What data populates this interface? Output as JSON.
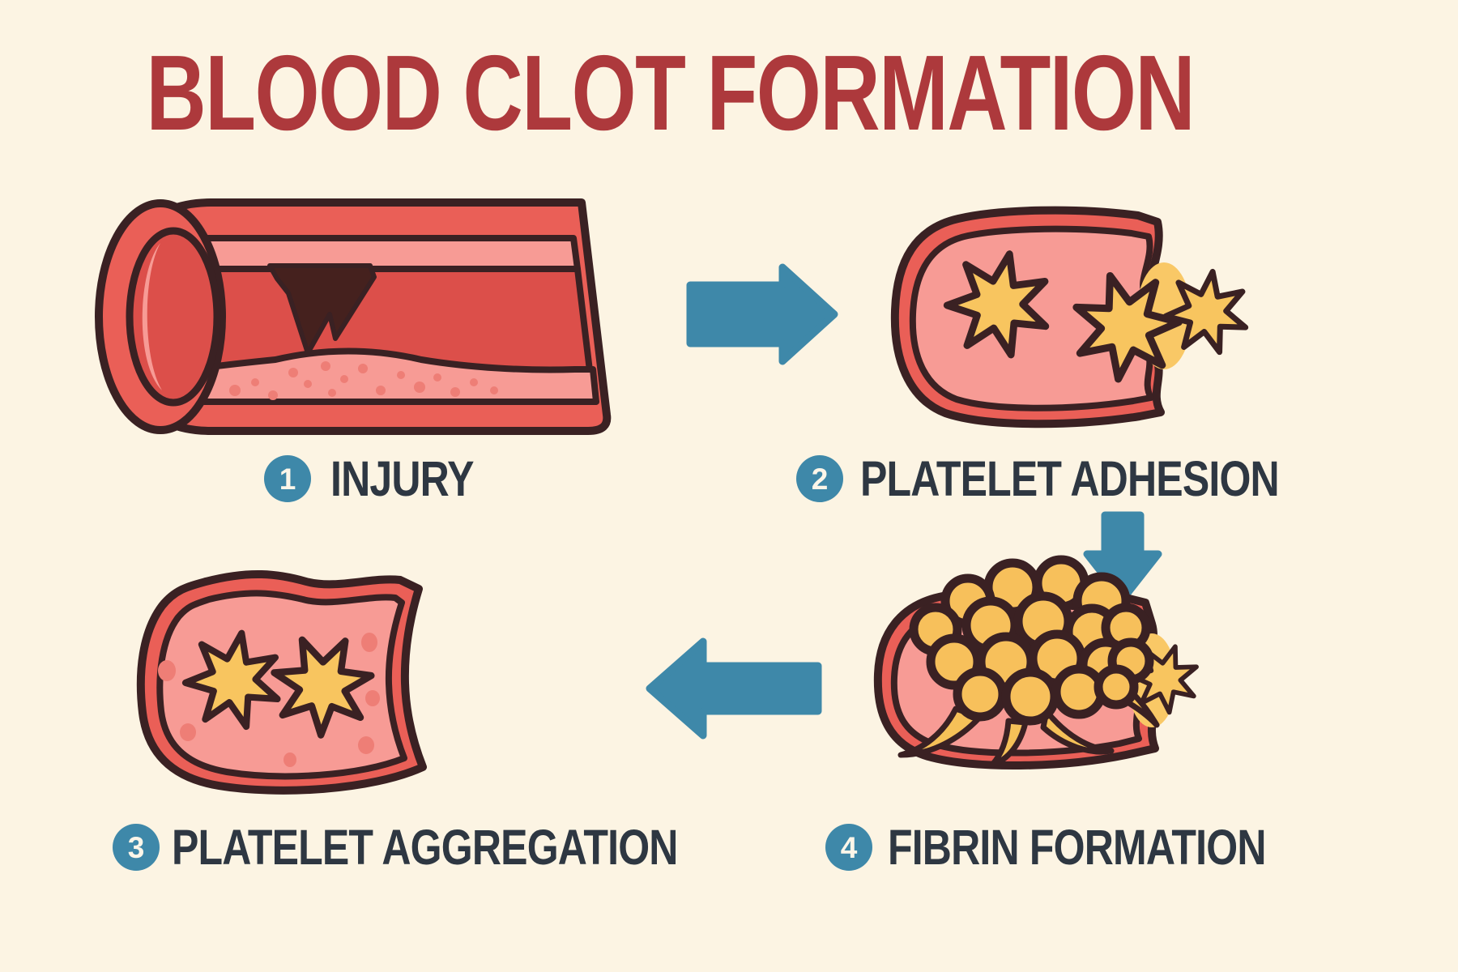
{
  "title": {
    "text": "BLOOD CLOT FORMATION"
  },
  "steps": [
    {
      "number": "1",
      "label": "INJURY"
    },
    {
      "number": "2",
      "label": "PLATELET ADHESION"
    },
    {
      "number": "3",
      "label": "PLATELET AGGREGATION"
    },
    {
      "number": "4",
      "label": "FIBRIN FORMATION"
    }
  ],
  "arrows": [
    {
      "name": "arrow-step1-to-step2",
      "direction": "right"
    },
    {
      "name": "arrow-step2-to-step4",
      "direction": "down"
    },
    {
      "name": "arrow-step4-to-step3",
      "direction": "left"
    }
  ],
  "illustrations": [
    {
      "name": "vessel-injury",
      "depicts": "cut blood vessel tube with torn wall and plasma layer"
    },
    {
      "name": "vessel-platelet-adhesion",
      "depicts": "vessel segment with star-shaped platelets adhering at the wound"
    },
    {
      "name": "vessel-platelet-aggregation",
      "depicts": "vessel segment with aggregated star-shaped platelets and red cells"
    },
    {
      "name": "vessel-fibrin-formation",
      "depicts": "vessel segment with platelet plug of round cells wrapped in fibrin strands"
    }
  ],
  "colors": {
    "background": "#fcf4e3",
    "title": "#ad393c",
    "label_text": "#2e3742",
    "accent_blue": "#3e88a9",
    "outline_dark": "#3a2123",
    "vessel_red": "#ea5f57",
    "vessel_pink": "#f79b95",
    "vessel_lumen": "#dc4f4a",
    "wound_dark": "#45211e",
    "platelet_yellow": "#f8c55f",
    "cluster_yellow": "#f7c05b",
    "dot_red": "#ee7e76"
  }
}
